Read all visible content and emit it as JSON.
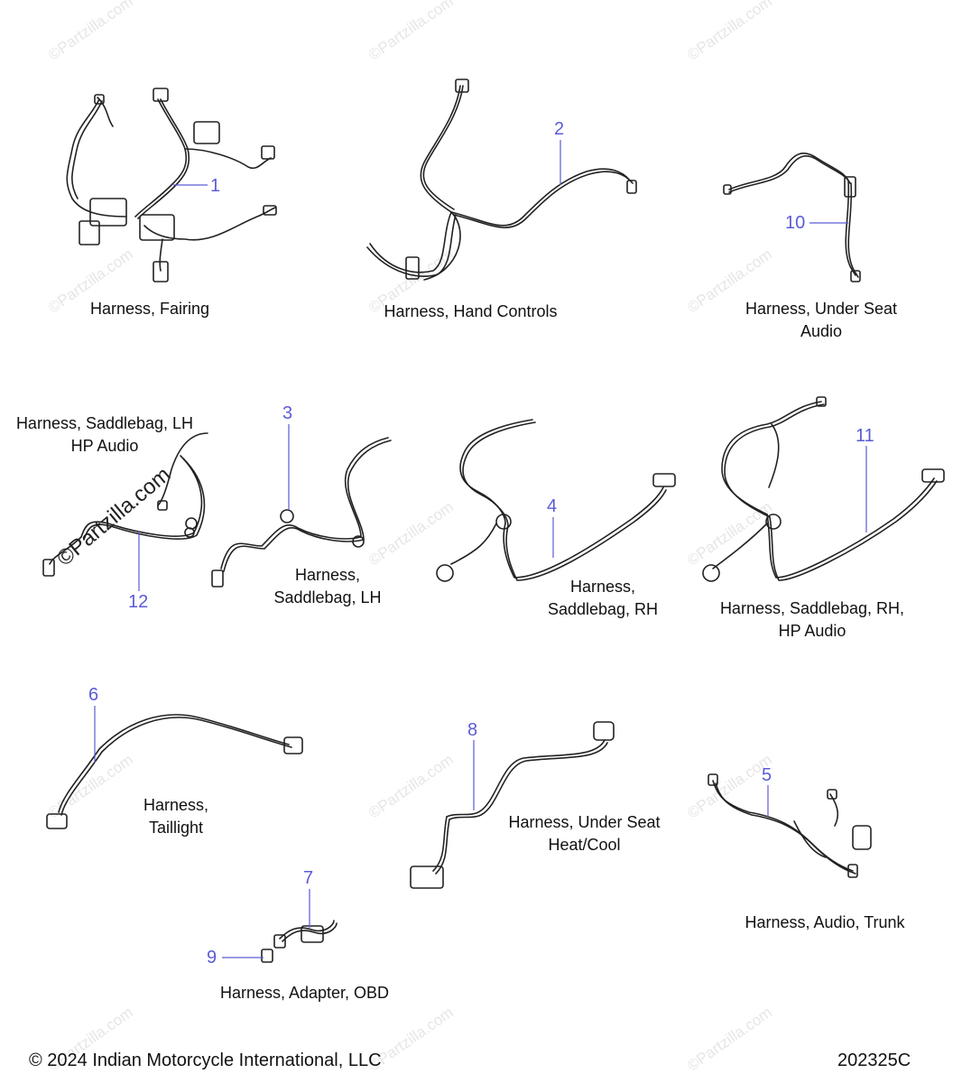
{
  "captions": {
    "fairing": "Harness, Fairing",
    "hand_controls": "Harness, Hand Controls",
    "under_seat_audio_1": "Harness, Under Seat",
    "under_seat_audio_2": "Audio",
    "saddlebag_lh_hp_1": "Harness, Saddlebag, LH",
    "saddlebag_lh_hp_2": "HP Audio",
    "saddlebag_lh_1": "Harness,",
    "saddlebag_lh_2": "Saddlebag, LH",
    "saddlebag_rh_1": "Harness,",
    "saddlebag_rh_2": "Saddlebag, RH",
    "saddlebag_rh_hp_1": "Harness, Saddlebag, RH,",
    "saddlebag_rh_hp_2": "HP Audio",
    "taillight_1": "Harness,",
    "taillight_2": "Taillight",
    "under_seat_heat_1": "Harness, Under Seat",
    "under_seat_heat_2": "Heat/Cool",
    "audio_trunk": "Harness, Audio, Trunk",
    "adapter_obd": "Harness, Adapter, OBD"
  },
  "callouts": {
    "n1": "1",
    "n2": "2",
    "n3": "3",
    "n4": "4",
    "n5": "5",
    "n6": "6",
    "n7": "7",
    "n8": "8",
    "n9": "9",
    "n10": "10",
    "n11": "11",
    "n12": "12"
  },
  "footer": {
    "copyright": "© 2024 Indian Motorcycle International, LLC",
    "code": "202325C"
  },
  "watermark": {
    "text": "©Partzilla.com"
  },
  "colors": {
    "callout": "#5b5bd6",
    "line": "#222222"
  }
}
